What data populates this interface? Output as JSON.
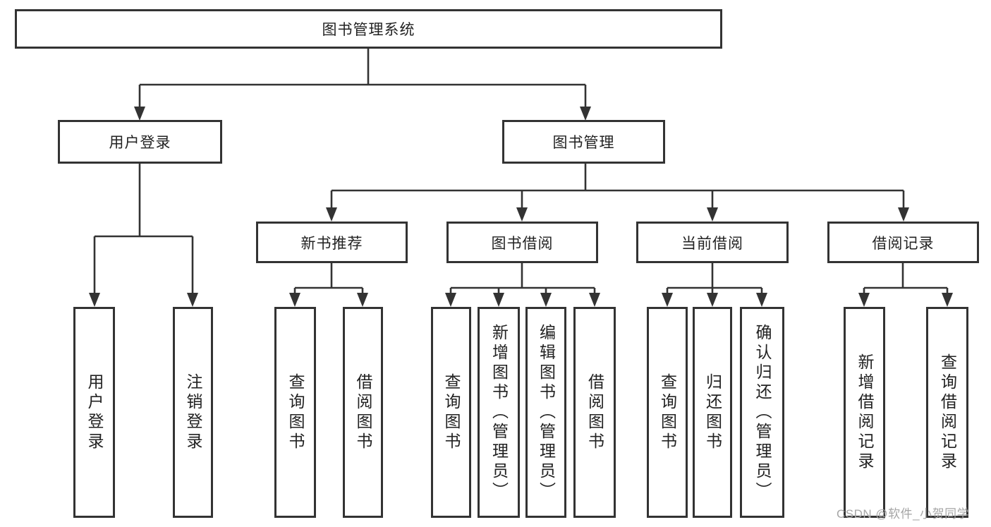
{
  "diagram": {
    "type": "hierarchy-tree",
    "root": {
      "label": "图书管理系统"
    },
    "branches": [
      {
        "label": "用户登录",
        "children": [
          {
            "label": "用户登录"
          },
          {
            "label": "注销登录"
          }
        ]
      },
      {
        "label": "图书管理",
        "children": [
          {
            "label": "新书推荐",
            "children": [
              {
                "label": "查询图书"
              },
              {
                "label": "借阅图书"
              }
            ]
          },
          {
            "label": "图书借阅",
            "children": [
              {
                "label": "查询图书"
              },
              {
                "label": "新增图书（管理员）"
              },
              {
                "label": "编辑图书（管理员）"
              },
              {
                "label": "借阅图书"
              }
            ]
          },
          {
            "label": "当前借阅",
            "children": [
              {
                "label": "查询图书"
              },
              {
                "label": "归还图书"
              },
              {
                "label": "确认归还（管理员）"
              }
            ]
          },
          {
            "label": "借阅记录",
            "children": [
              {
                "label": "新增借阅记录"
              },
              {
                "label": "查询借阅记录"
              }
            ]
          }
        ]
      }
    ]
  },
  "watermark": {
    "text": "CSDN @软件_小贺同学"
  },
  "colors": {
    "line": "#333333",
    "box_border": "#333333",
    "box_fill": "#ffffff",
    "text": "#222222",
    "watermark": "#a6a6a6",
    "background": "#ffffff"
  }
}
